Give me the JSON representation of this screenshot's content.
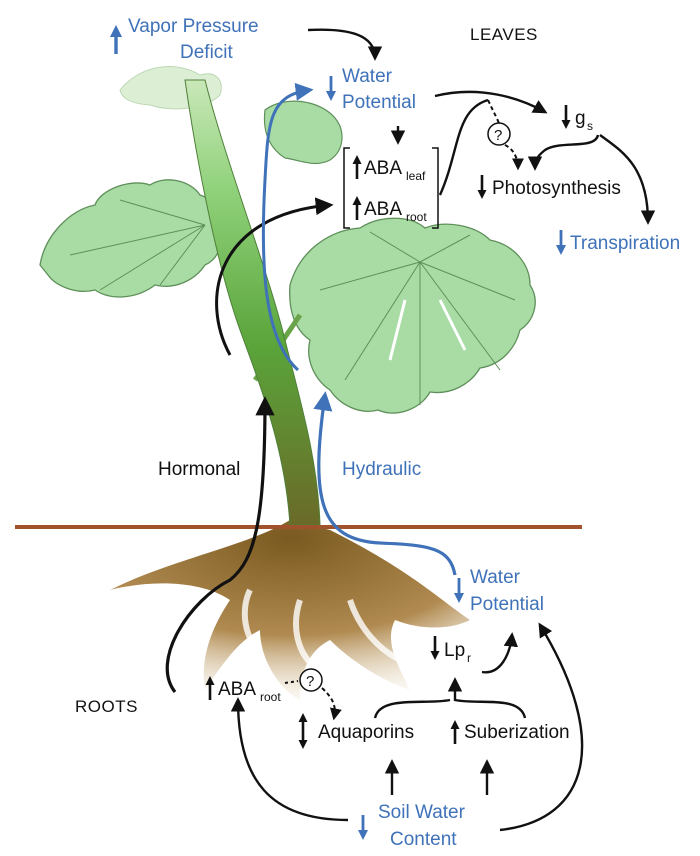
{
  "labels": {
    "leaves": "LEAVES",
    "roots": "ROOTS",
    "vpd_line1": "Vapor Pressure",
    "vpd_line2": "Deficit",
    "wp_leaf_line1": "Water",
    "wp_leaf_line2": "Potential",
    "aba_main": "ABA",
    "aba_leaf_sub": "leaf",
    "aba_root_sub": "root",
    "g_main": "g",
    "g_sub": "s",
    "photosynthesis": "Photosynthesis",
    "transpiration": "Transpiration",
    "hormonal": "Hormonal",
    "hydraulic": "Hydraulic",
    "wp_root_line1": "Water",
    "wp_root_line2": "Potential",
    "lp_main": "Lp",
    "lp_sub": "r",
    "aquaporins": "Aquaporins",
    "suberization": "Suberization",
    "swc_line1": "Soil Water",
    "swc_line2": "Content",
    "question": "?"
  },
  "colors": {
    "blue": "#3f72b8",
    "black": "#111111",
    "leaf_fill": "#a9dca4",
    "leaf_stroke": "#5f8f5a",
    "stem_top": "#8fd17a",
    "stem_bottom": "#6a7a2a",
    "root": "#9a7440",
    "soil_line": "#a0522d"
  },
  "icons": [
    "up-arrow-icon",
    "down-arrow-icon",
    "up-down-arrow-icon",
    "question-circle-icon"
  ]
}
